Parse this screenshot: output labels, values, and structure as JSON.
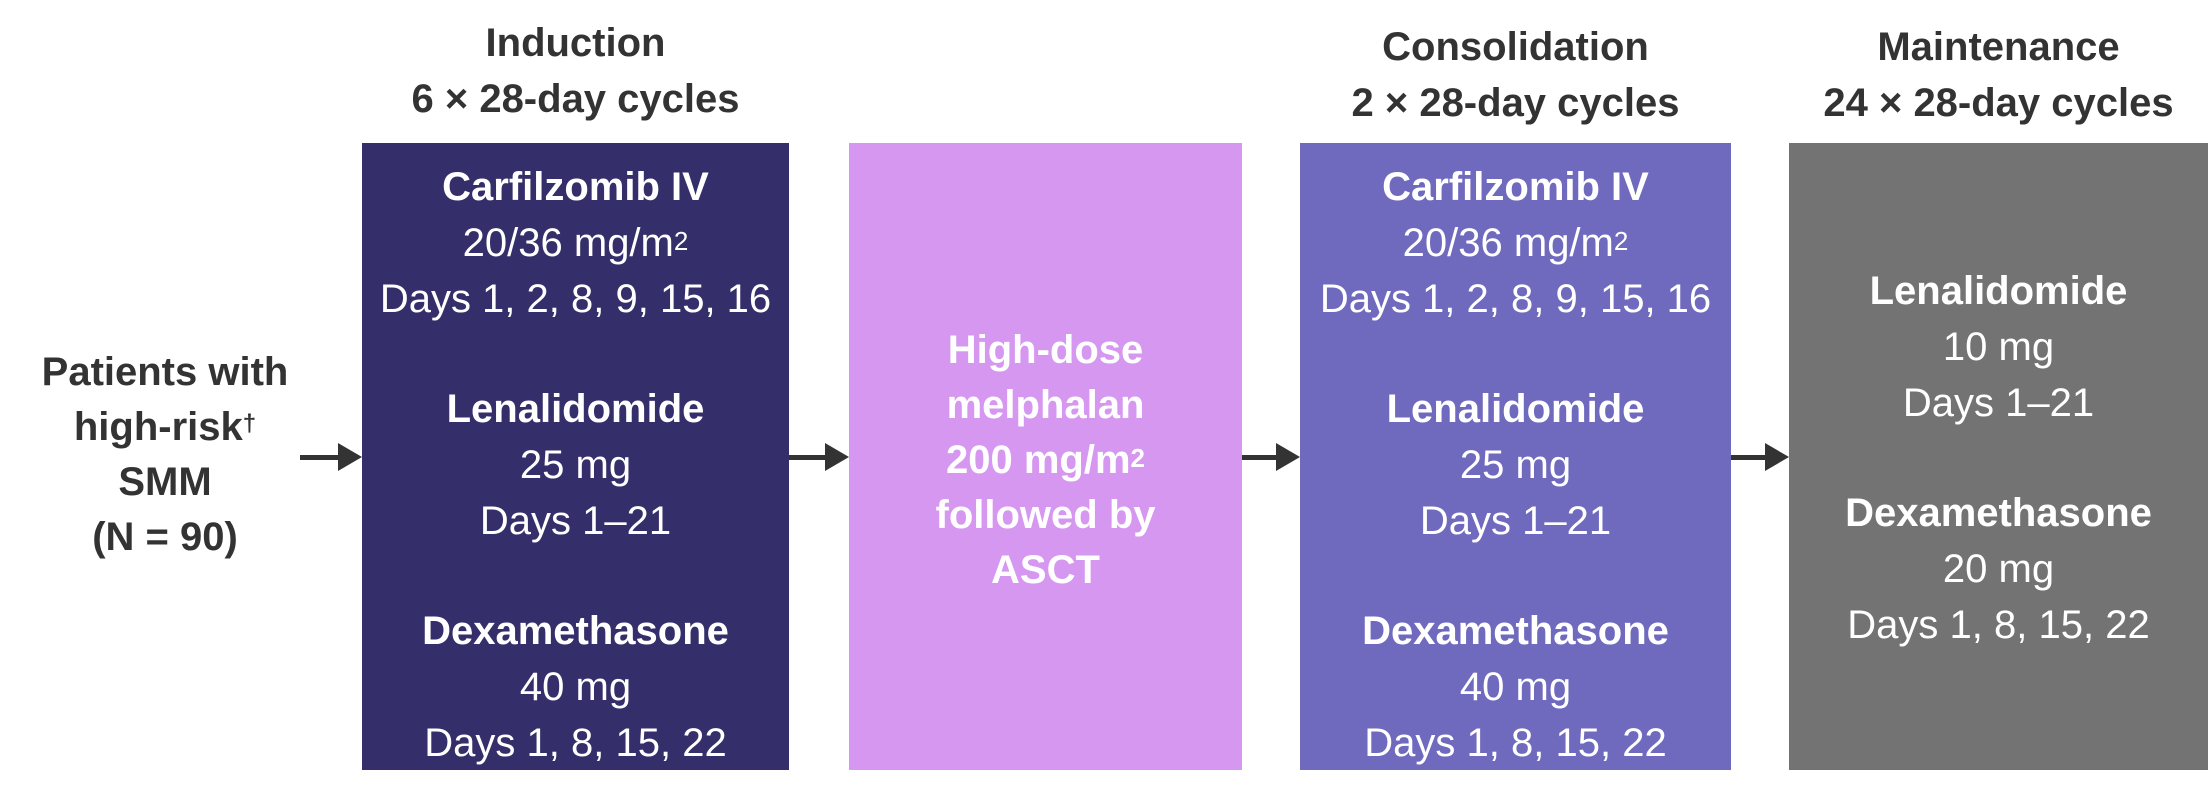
{
  "headers": {
    "induction": {
      "title": "Induction",
      "cycles": "6 × 28-day cycles"
    },
    "consolidation": {
      "title": "Consolidation",
      "cycles": "2 × 28-day cycles"
    },
    "maintenance": {
      "title": "Maintenance",
      "cycles": "24 × 28-day cycles"
    }
  },
  "patients": {
    "line1": "Patients with",
    "line2": "high-risk",
    "line2_sup": "†",
    "line3": "SMM",
    "line4": "(N = 90)"
  },
  "induction": {
    "drugs": [
      {
        "name": "Carfilzomib IV",
        "dose": "20/36 mg/m",
        "dose_sup": "2",
        "schedule": "Days 1, 2, 8, 9, 15, 16"
      },
      {
        "name": "Lenalidomide",
        "dose": "25 mg",
        "dose_sup": "",
        "schedule": "Days 1–21"
      },
      {
        "name": "Dexamethasone",
        "dose": "40 mg",
        "dose_sup": "",
        "schedule": "Days 1, 8, 15, 22"
      }
    ]
  },
  "asct": {
    "line1": "High-dose",
    "line2": "melphalan",
    "line3": "200 mg/m",
    "line3_sup": "2",
    "line4": "followed by",
    "line5": "ASCT"
  },
  "consolidation": {
    "drugs": [
      {
        "name": "Carfilzomib IV",
        "dose": "20/36 mg/m",
        "dose_sup": "2",
        "schedule": "Days 1, 2, 8, 9, 15, 16"
      },
      {
        "name": "Lenalidomide",
        "dose": "25 mg",
        "dose_sup": "",
        "schedule": "Days 1–21"
      },
      {
        "name": "Dexamethasone",
        "dose": "40 mg",
        "dose_sup": "",
        "schedule": "Days 1, 8, 15, 22"
      }
    ]
  },
  "maintenance": {
    "drugs": [
      {
        "name": "Lenalidomide",
        "dose": "10 mg",
        "schedule": "Days 1–21"
      },
      {
        "name": "Dexamethasone",
        "dose": "20 mg",
        "schedule": "Days 1, 8, 15, 22"
      }
    ]
  },
  "colors": {
    "induction": "#342e6a",
    "asct": "#d597ef",
    "consolidation": "#706abe",
    "maintenance": "#737373",
    "arrow": "#333333"
  }
}
